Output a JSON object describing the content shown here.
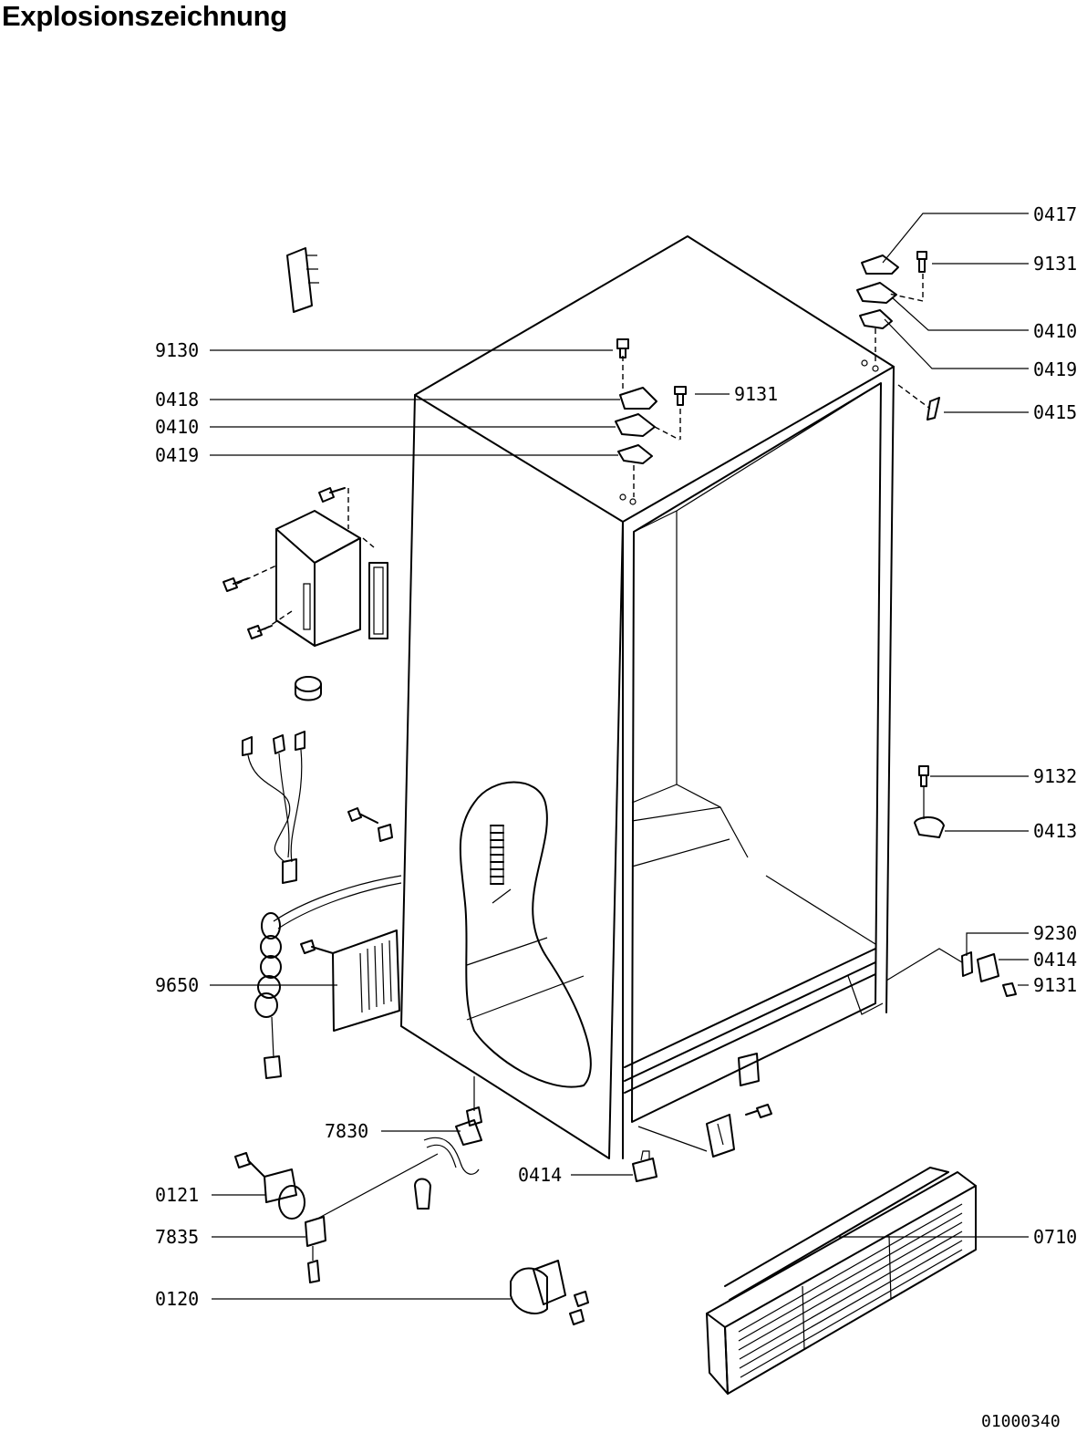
{
  "title": "Explosionszeichnung",
  "drawing_number": "01000340",
  "part_labels": {
    "l0417": "0417",
    "l9131_top_right": "9131",
    "l0410_right": "0410",
    "l0419_right": "0419",
    "l0415": "0415",
    "l9130": "9130",
    "l0418": "0418",
    "l0410_left": "0410",
    "l0419_left": "0419",
    "l9131_center": "9131",
    "l9132": "9132",
    "l0413": "0413",
    "l9230": "9230",
    "l0414_right": "0414",
    "l9131_bottom_right": "9131",
    "l9650": "9650",
    "l7830": "7830",
    "l0414_bottom": "0414",
    "l0121": "0121",
    "l7835": "7835",
    "l0120": "0120",
    "l0710": "0710"
  }
}
